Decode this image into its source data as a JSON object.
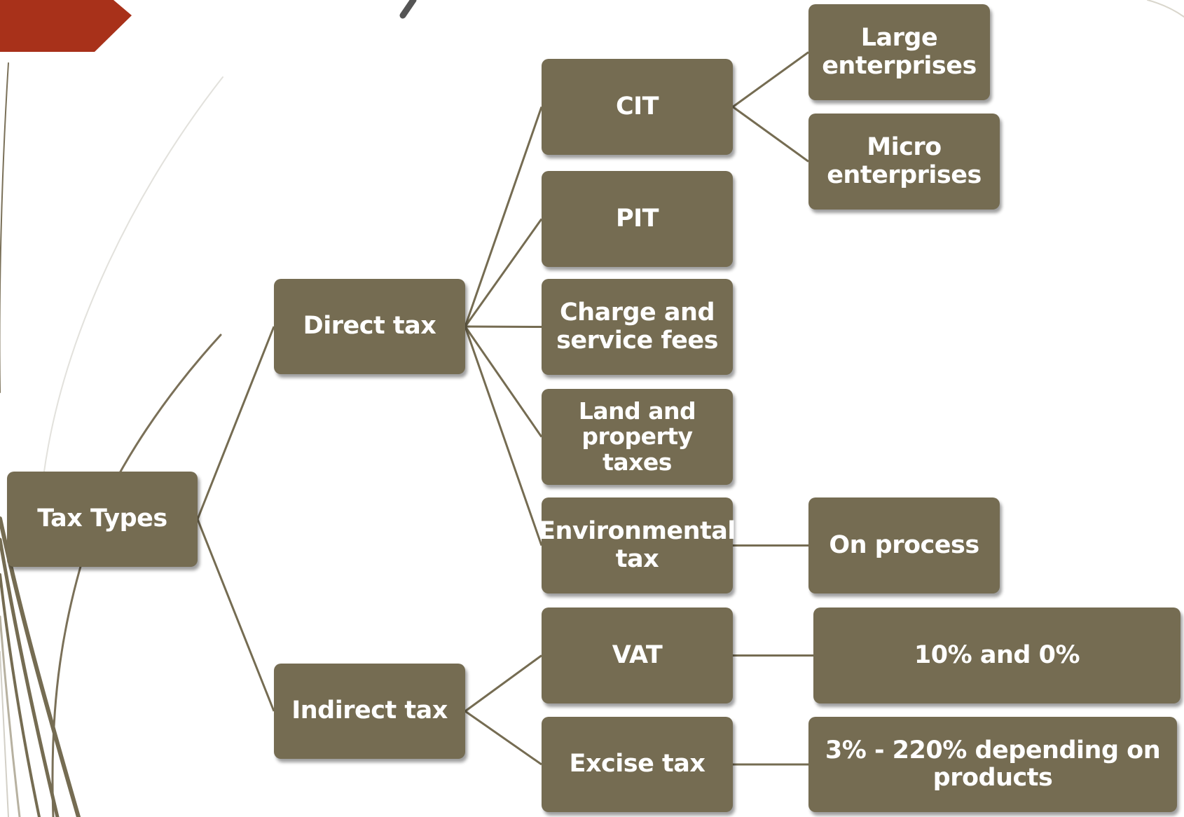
{
  "diagram": {
    "root": {
      "label": "Tax Types"
    },
    "direct": {
      "label": "Direct tax"
    },
    "indirect": {
      "label": "Indirect tax"
    },
    "cit": {
      "label": "CIT"
    },
    "pit": {
      "label": "PIT"
    },
    "charge": {
      "label": "Charge and service fees"
    },
    "land": {
      "label": "Land and property taxes"
    },
    "environmental": {
      "label": "Environmental tax"
    },
    "vat": {
      "label": "VAT"
    },
    "excise": {
      "label": "Excise tax"
    },
    "large": {
      "label": "Large enterprises"
    },
    "micro": {
      "label": "Micro enterprises"
    },
    "on_process": {
      "label": "On process"
    },
    "vat_rate": {
      "label": "10% and 0%"
    },
    "excise_rate": {
      "label": "3% - 220% depending on products"
    }
  },
  "colors": {
    "node_fill": "#756c52",
    "node_text": "#ffffff",
    "connector": "#756c52",
    "accent_banner": "#a8311a",
    "background": "#ffffff"
  }
}
